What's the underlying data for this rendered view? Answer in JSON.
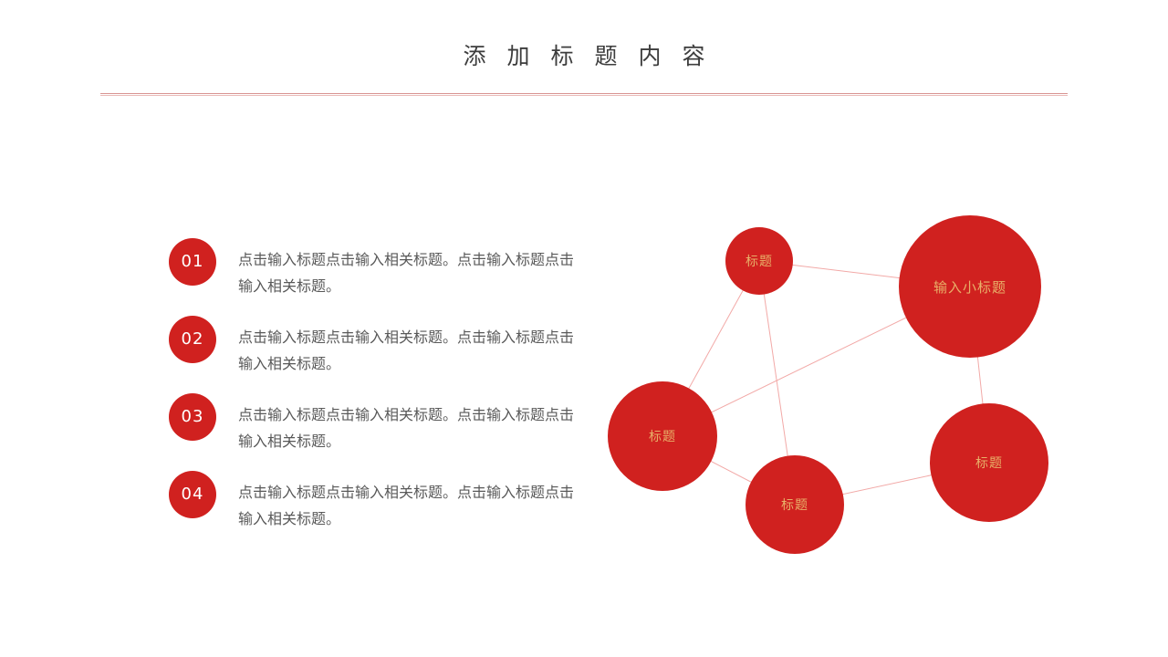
{
  "slide": {
    "title": "添加标题内容",
    "colors": {
      "circle_red": "#d0211f",
      "label_gold": "#e8b069",
      "connector_pink": "#f2a9a7",
      "divider_pink": "#d89593",
      "body_text": "#595959",
      "title_text": "#3d3d3d"
    },
    "list": {
      "items": [
        {
          "number": "01",
          "text": "点击输入标题点击输入相关标题。点击输入标题点击输入相关标题。"
        },
        {
          "number": "02",
          "text": "点击输入标题点击输入相关标题。点击输入标题点击输入相关标题。"
        },
        {
          "number": "03",
          "text": "点击输入标题点击输入相关标题。点击输入标题点击输入相关标题。"
        },
        {
          "number": "04",
          "text": "点击输入标题点击输入相关标题。点击输入标题点击输入相关标题。"
        }
      ]
    },
    "diagram": {
      "nodes": [
        {
          "id": "top-small",
          "label": "标题"
        },
        {
          "id": "large",
          "label": "输入小标题"
        },
        {
          "id": "left-mid",
          "label": "标题"
        },
        {
          "id": "bottom-mid",
          "label": "标题"
        },
        {
          "id": "right-low",
          "label": "标题"
        }
      ],
      "edges": [
        "top-small – large",
        "top-small – left-mid",
        "top-small – bottom-mid",
        "large – left-mid",
        "large – right-low",
        "left-mid – bottom-mid",
        "bottom-mid – right-low"
      ]
    }
  }
}
